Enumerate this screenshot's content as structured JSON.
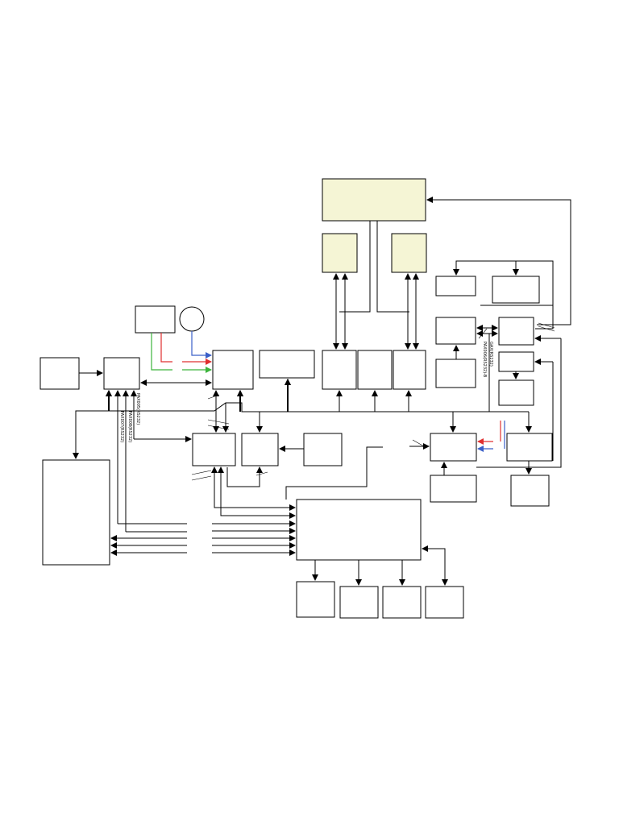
{
  "colors": {
    "line": "#000000",
    "highlight_fill": "#f5f5d5",
    "red": "#e03030",
    "green": "#3cb43c",
    "blue": "#3a5fc8"
  },
  "labels": {
    "bus_a": "PAX007(RS232)",
    "bus_b": "PAX008(RS232)",
    "bus_c": "PAX005(RS232)",
    "bus_d": "PAX006(RS232)-B",
    "bus_e": "GAX(RS232)"
  }
}
